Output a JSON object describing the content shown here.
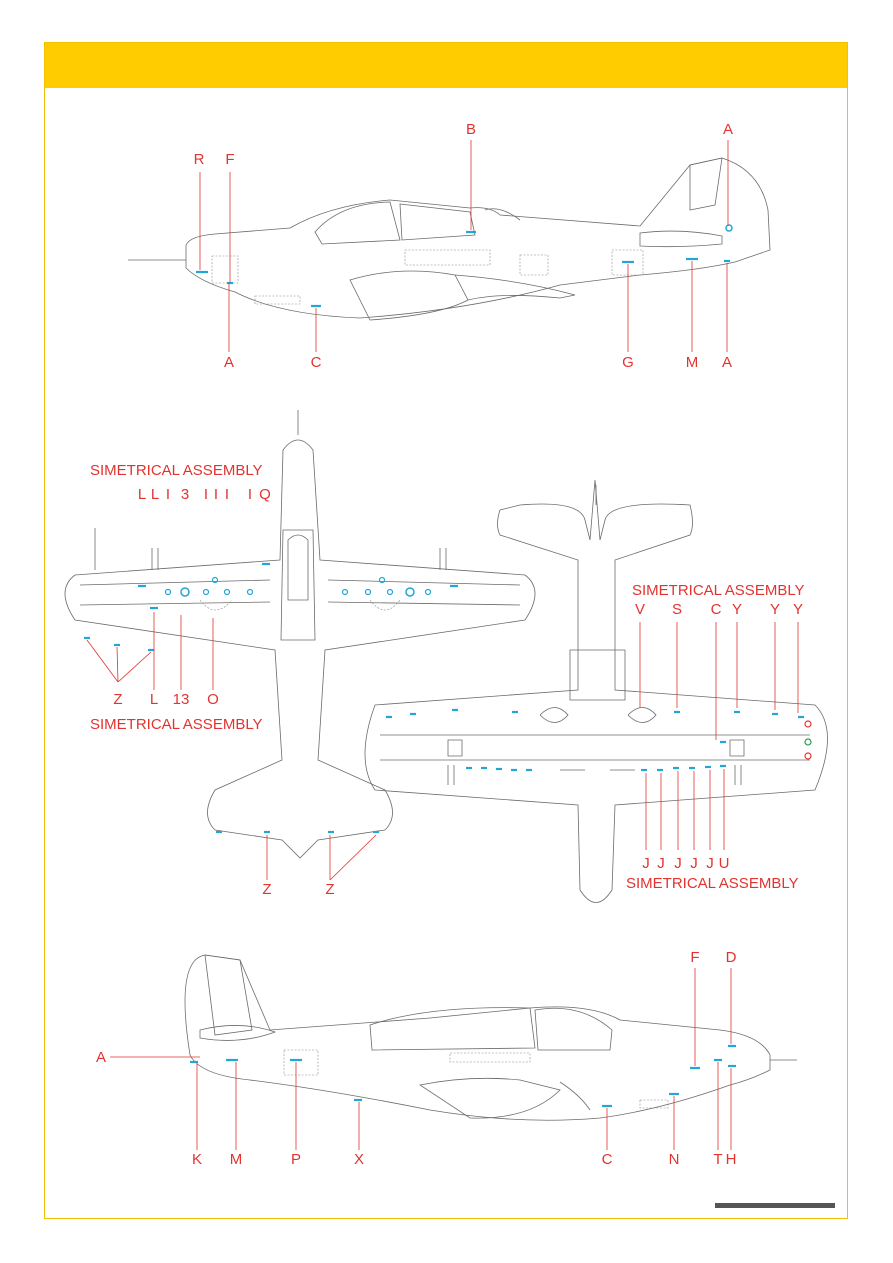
{
  "colors": {
    "banner": "#ffcc00",
    "label": "#e2332f",
    "decal": "#22a6d6",
    "outline": "#6b6b6b"
  },
  "side_top": {
    "labels": [
      "R",
      "F",
      "B",
      "A",
      "A",
      "C",
      "G",
      "M",
      "A"
    ]
  },
  "plan": {
    "top_left_caption": "SIMETRICAL ASSEMBLY",
    "top_left_labels": [
      "L",
      "L",
      "I",
      "3",
      "I",
      "I",
      "I",
      "I",
      "Q"
    ],
    "bottom_left_labels": [
      "Z",
      "L",
      "13",
      "O"
    ],
    "bottom_left_caption": "SIMETRICAL ASSEMBLY",
    "tail_labels": [
      "Z",
      "Z"
    ],
    "right_top_caption": "SIMETRICAL ASSEMBLY",
    "right_top_labels": [
      "V",
      "S",
      "C",
      "Y",
      "Y",
      "Y"
    ],
    "right_bottom_labels": [
      "J",
      "J",
      "J",
      "J",
      "J",
      "U"
    ],
    "right_bottom_caption": "SIMETRICAL ASSEMBLY"
  },
  "side_bottom": {
    "labels": [
      "F",
      "D",
      "A",
      "K",
      "M",
      "P",
      "X",
      "C",
      "N",
      "T",
      "H"
    ]
  }
}
